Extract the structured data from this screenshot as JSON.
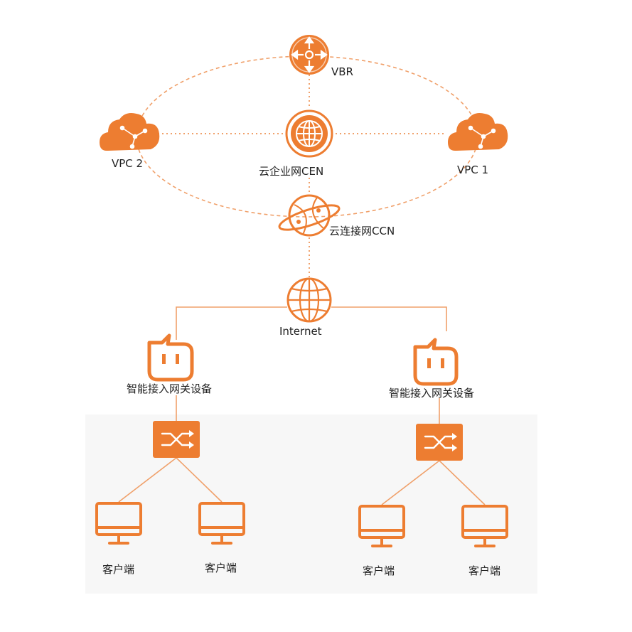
{
  "colors": {
    "accent": "#ED7D31",
    "accent_light": "#F2A46B",
    "line": "#F0A06A",
    "panel": "#F7F7F7",
    "text": "#222222"
  },
  "labels": {
    "vbr": "VBR",
    "cen": "云企业网CEN",
    "ccn": "云连接网CCN",
    "vpc1": "VPC 1",
    "vpc2": "VPC 2",
    "internet": "Internet",
    "gateway_left": "智能接入网关设备",
    "gateway_right": "智能接入网关设备",
    "client_1": "客户端",
    "client_2": "客户端",
    "client_3": "客户端",
    "client_4": "客户端"
  },
  "icons": {
    "vbr": "router-icon",
    "cen": "globe-ring-icon",
    "ccn": "orbit-globe-icon",
    "vpc": "cloud-icon",
    "internet": "globe-icon",
    "gateway": "gateway-device-icon",
    "switch": "switch-icon",
    "client": "monitor-icon"
  }
}
